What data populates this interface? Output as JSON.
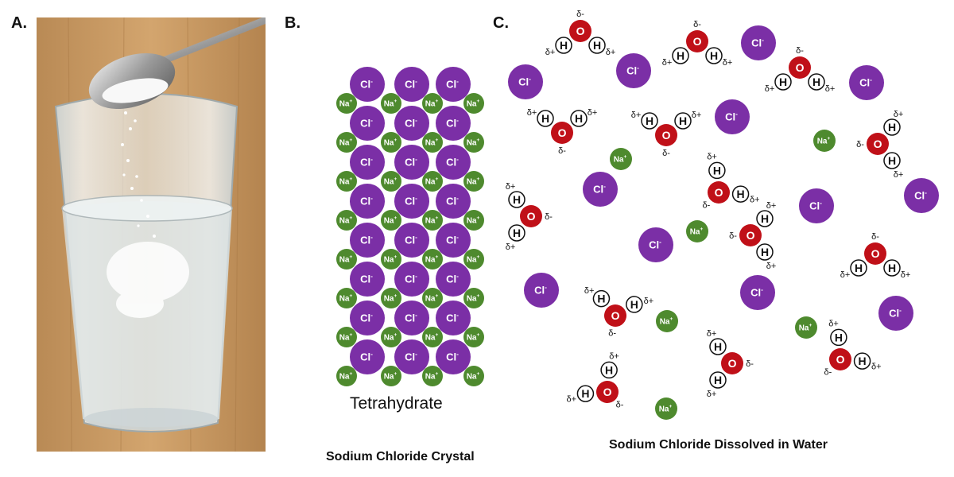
{
  "panels": {
    "a_label": "A.",
    "b_label": "B.",
    "c_label": "C."
  },
  "crystal": {
    "subtitle": "Tetrahydrate",
    "caption": "Sodium Chloride Crystal",
    "columns": 3,
    "rows": 8
  },
  "water": {
    "caption": "Sodium Chloride Dissolved in Water"
  },
  "ions": {
    "chloride": "Cl",
    "chloride_charge": "-",
    "sodium": "Na",
    "sodium_charge": "+",
    "oxygen": "O",
    "hydrogen": "H",
    "delta_minus": "δ-",
    "delta_plus": "δ+"
  },
  "colors": {
    "chloride": "#7b2fa6",
    "sodium": "#4e8a2e",
    "oxygen": "#c01018",
    "hydrogen_fill": "#ffffff",
    "wood": "#c79a63",
    "water": "#dfe6e8"
  }
}
